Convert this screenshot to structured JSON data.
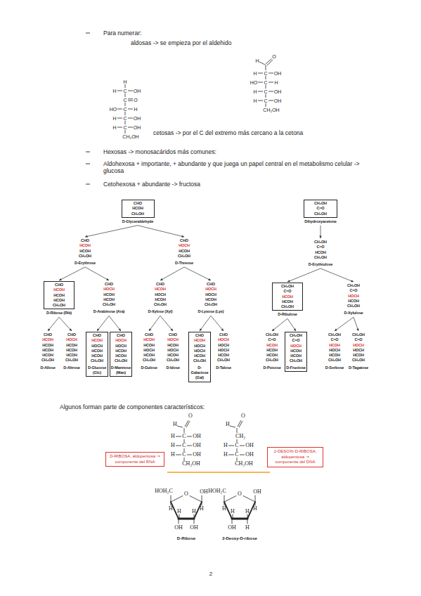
{
  "diagram": {
    "nodes": [
      {
        "text": [
          "CHO",
          "HCOH",
          "CH₂OH",
          "D-Glyceraldehyde"
        ]
      },
      {
        "text": [
          "CHO",
          "HCOH",
          "HCOH",
          "CH₂OH",
          "D-Erythrose"
        ]
      },
      {
        "text": [
          "CHO",
          "HOCH",
          "HCOH",
          "CH₂OH",
          "D-Threose"
        ]
      },
      {
        "text": [
          "CHO",
          "HCOH",
          "HCOH",
          "HCOH",
          "CH₂OH",
          "D-Ribose (Rib)"
        ]
      },
      {
        "text": [
          "CHO",
          "HOCH",
          "HCOH",
          "HCOH",
          "CH₂OH",
          "D-Arabinose (Ara)"
        ]
      },
      {
        "text": [
          "CHO",
          "HCOH",
          "HOCH",
          "HCOH",
          "CH₂OH",
          "D-Xylose (Xyl)"
        ]
      },
      {
        "text": [
          "CHO",
          "HOCH",
          "HOCH",
          "HCOH",
          "CH₂OH",
          "D-Lyxose (Lyx)"
        ]
      },
      {
        "text": [
          "CHO",
          "HCOH",
          "HCOH",
          "HCOH",
          "HCOH",
          "CH₂OH",
          "D-Allose"
        ]
      },
      {
        "text": [
          "CHO",
          "HOCH",
          "HCOH",
          "HCOH",
          "HCOH",
          "CH₂OH",
          "D-Altrose"
        ]
      },
      {
        "text": [
          "CHO",
          "HCOH",
          "HOCH",
          "HCOH",
          "HCOH",
          "CH₂OH",
          "D-Glucose (Glc)"
        ]
      },
      {
        "text": [
          "CHO",
          "HOCH",
          "HOCH",
          "HCOH",
          "HCOH",
          "CH₂OH",
          "D-Mannose (Man)"
        ]
      },
      {
        "text": [
          "CHO",
          "HCOH",
          "HCOH",
          "HOCH",
          "HCOH",
          "CH₂OH",
          "D-Gulose"
        ]
      },
      {
        "text": [
          "CHO",
          "HOCH",
          "HCOH",
          "HOCH",
          "HCOH",
          "CH₂OH",
          "D-Idose"
        ]
      },
      {
        "text": [
          "CHO",
          "HCOH",
          "HOCH",
          "HOCH",
          "HCOH",
          "CH₂OH",
          "D-Galactose (Gal)"
        ]
      },
      {
        "text": [
          "CHO",
          "HOCH",
          "HOCH",
          "HOCH",
          "HCOH",
          "CH₂OH",
          "D-Talose"
        ]
      },
      {
        "text": [
          "CH₂OH",
          "C=O",
          "CH₂OH",
          "Dihydroxyacetone"
        ]
      },
      {
        "text": [
          "CH₂OH",
          "C=O",
          "HCOH",
          "CH₂OH",
          "D-Erythrulose"
        ]
      },
      {
        "text": [
          "CH₂OH",
          "C=O",
          "HCOH",
          "HCOH",
          "CH₂OH",
          "D-Ribulose"
        ]
      },
      {
        "text": [
          "CH₂OH",
          "C=O",
          "HOCH",
          "HCOH",
          "CH₂OH",
          "D-Xylulose"
        ]
      },
      {
        "text": [
          "CH₂OH",
          "C=O",
          "HCOH",
          "HCOH",
          "HCOH",
          "CH₂OH",
          "D-Psicose"
        ]
      },
      {
        "text": [
          "CH₂OH",
          "C=O",
          "HOCH",
          "HCOH",
          "HCOH",
          "CH₂OH",
          "D-Fructose"
        ]
      },
      {
        "text": [
          "CH₂OH",
          "C=O",
          "HCOH",
          "HOCH",
          "HCOH",
          "CH₂OH",
          "D-Sorbose"
        ]
      },
      {
        "text": [
          "CH₂OH",
          "C=O",
          "HOCH",
          "HOCH",
          "HCOH",
          "CH₂OH",
          "D-Tagatose"
        ]
      },
      {
        "text": [
          "D-RIBOSA, aldopentosa ⇒ componente del RNA"
        ]
      },
      {
        "text": [
          "2-DESOXI-D-RIBOSA, aldopentosa ⇒ componente del DNA"
        ]
      }
    ],
    "edges": [
      {
        "from": 0,
        "to": 1,
        "arrow": "to"
      },
      {
        "from": 0,
        "to": 2,
        "arrow": "to"
      },
      {
        "from": 1,
        "to": 3,
        "arrow": "to"
      },
      {
        "from": 1,
        "to": 4,
        "arrow": "to"
      },
      {
        "from": 2,
        "to": 5,
        "arrow": "to"
      },
      {
        "from": 2,
        "to": 6,
        "arrow": "to"
      },
      {
        "from": 3,
        "to": 7,
        "arrow": "to"
      },
      {
        "from": 3,
        "to": 8,
        "arrow": "to"
      },
      {
        "from": 4,
        "to": 9,
        "arrow": "to"
      },
      {
        "from": 4,
        "to": 10,
        "arrow": "to"
      },
      {
        "from": 5,
        "to": 11,
        "arrow": "to"
      },
      {
        "from": 5,
        "to": 12,
        "arrow": "to"
      },
      {
        "from": 6,
        "to": 13,
        "arrow": "to"
      },
      {
        "from": 6,
        "to": 14,
        "arrow": "to"
      },
      {
        "from": 15,
        "to": 16,
        "arrow": "to"
      },
      {
        "from": 16,
        "to": 17,
        "arrow": "to"
      },
      {
        "from": 16,
        "to": 18,
        "arrow": "to"
      },
      {
        "from": 17,
        "to": 19,
        "arrow": "to"
      },
      {
        "from": 17,
        "to": 20,
        "arrow": "to"
      },
      {
        "from": 18,
        "to": 21,
        "arrow": "to"
      },
      {
        "from": 18,
        "to": 22,
        "arrow": "to"
      }
    ],
    "labels": [
      "Para numerar:",
      "aldosas -> se empieza por el aldehido",
      "H",
      "O",
      "H",
      "C",
      "OH",
      "HO",
      "C",
      "H",
      "H",
      "C",
      "OH",
      "H",
      "C",
      "OH",
      "CH₂OH",
      "H",
      "H",
      "C",
      "OH",
      "C",
      "O",
      "HO",
      "C",
      "H",
      "H",
      "C",
      "OH",
      "H",
      "C",
      "OH",
      "CH₂OH",
      "cetosas -> por el C del extremo más cercano a la cetona",
      "Hexosas -> monosacáridos más comunes:",
      "Aldohexosa + importante, + abundante y que juega un papel central en el metabolismo celular -> glucosa",
      "Cetohexosa + abundante -> fructosa",
      "Algunos forman parte de componentes característicos:",
      "H",
      "O",
      "H",
      "C",
      "OH",
      "H",
      "C",
      "OH",
      "H",
      "C",
      "OH",
      "CH₂OH",
      "H",
      "O",
      "CH₂",
      "H",
      "C",
      "OH",
      "H",
      "C",
      "OH",
      "CH₂OH",
      "HOH₂C",
      "O",
      "OH",
      "H",
      "H",
      "H",
      "H",
      "OH",
      "OH",
      "HOH₂C",
      "O",
      "OH",
      "H",
      "H",
      "H",
      "H",
      "OH",
      "H",
      "D-Ribose",
      "2-Deoxy-D-ribose",
      "2"
    ]
  }
}
